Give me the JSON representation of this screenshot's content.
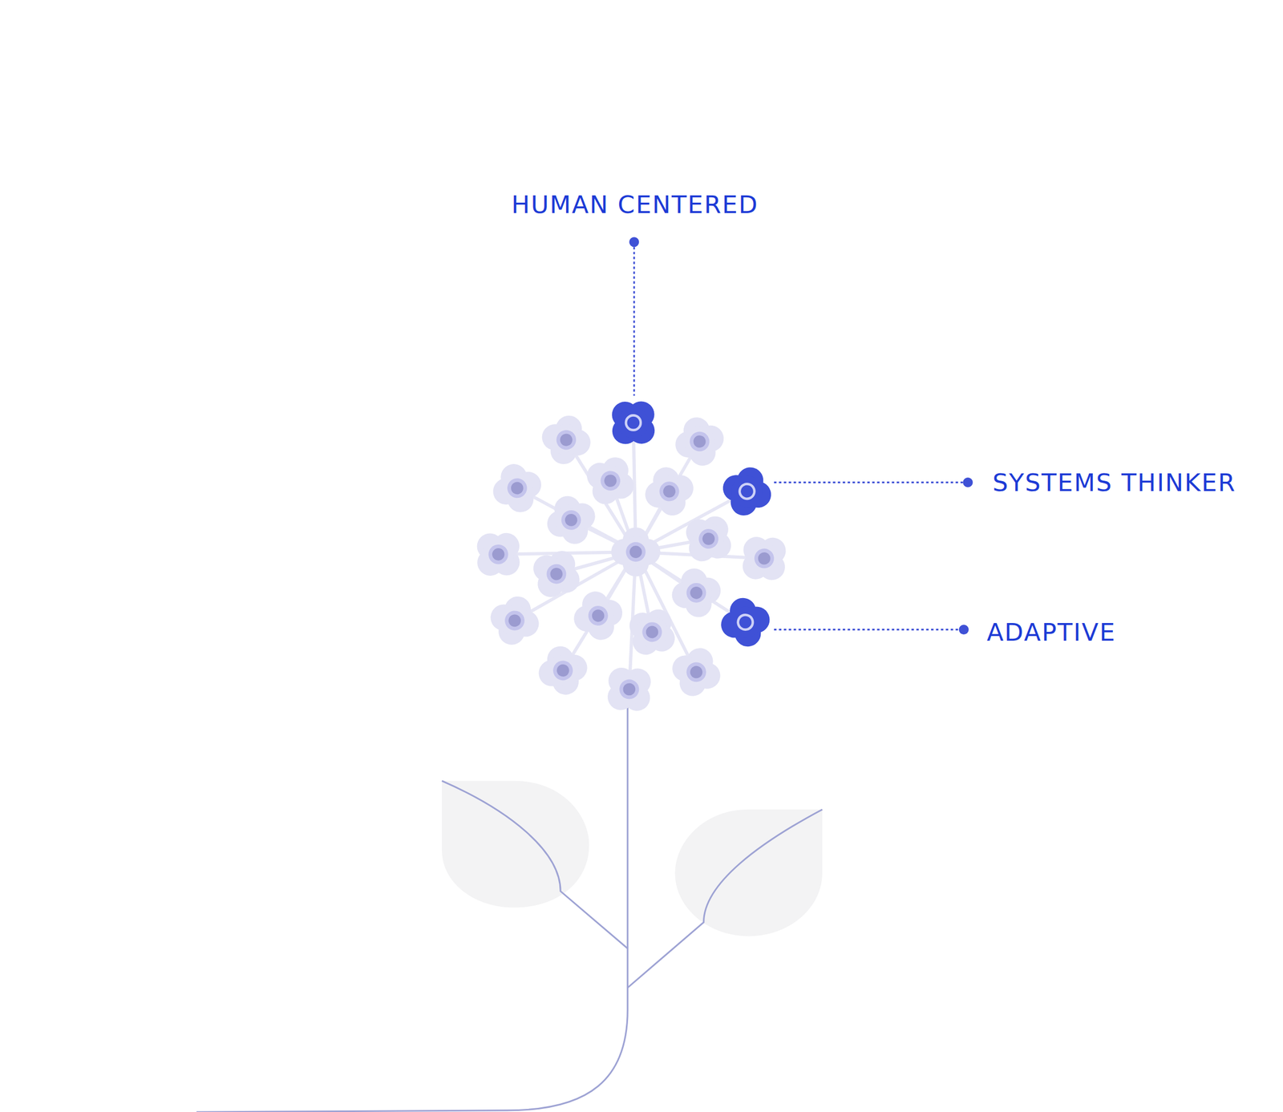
{
  "diagram": {
    "labels": [
      "HUMAN CENTERED",
      "SYSTEMS THINKER",
      "ADAPTIVE"
    ]
  }
}
